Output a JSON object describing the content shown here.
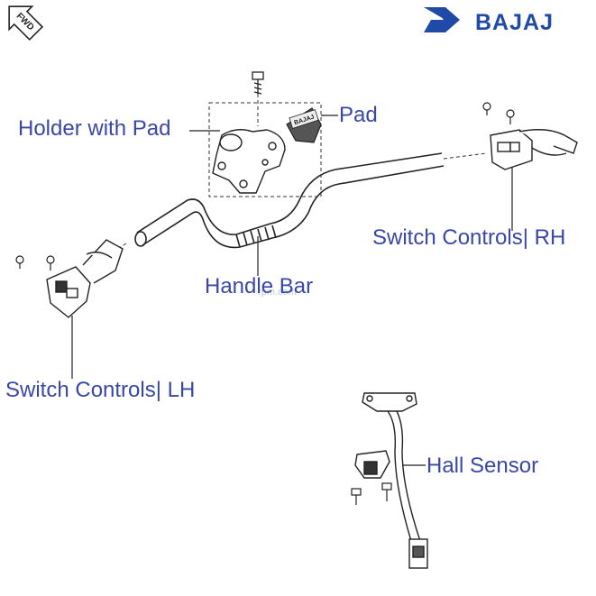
{
  "brand": {
    "name": "BAJAJ",
    "color": "#1f4aa6"
  },
  "fwd_badge": {
    "text": "FWD"
  },
  "watermark": {
    "text": "rpm",
    "suffix": ".com"
  },
  "labels": {
    "holder_with_pad": "Holder with Pad",
    "pad": "Pad",
    "switch_rh": "Switch Controls| RH",
    "handle_bar": "Handle Bar",
    "switch_lh": "Switch Controls| LH",
    "hall_sensor": "Hall Sensor"
  },
  "pad_logo": "BAJAJ",
  "colors": {
    "label": "#3a47a8",
    "line": "#222222"
  }
}
